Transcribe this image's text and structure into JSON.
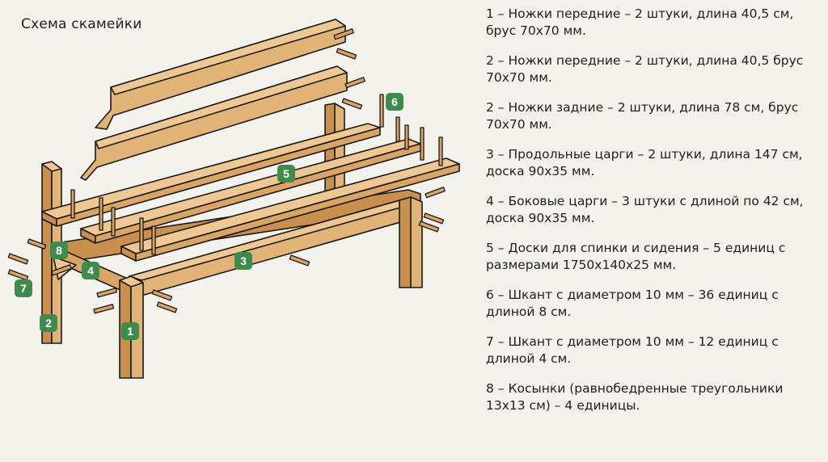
{
  "title": "Схема скамейки",
  "legend": [
    "1 – Ножки передние – 2 штуки, длина 40,5 см, брус 70х70 мм.",
    "2 – Ножки передние – 2 штуки, длина 40,5 брус 70х70 мм.",
    "2 – Ножки задние – 2 штуки, длина 78 см, брус 70х70 мм.",
    "3 – Продольные царги – 2 штуки, длина 147 см, доска 90х35 мм.",
    "4 – Боковые царги – 3 штуки с длиной по 42 см, доска 90х35 мм.",
    "5 – Доски для спинки и сидения – 5 единиц с размерами 1750х140х25 мм.",
    "6 – Шкант с диаметром 10 мм – 36 единиц с длиной 8 см.",
    "7 – Шкант с диаметром 10 мм – 12 единиц с длиной 4 см.",
    "8 – Косынки (равнобедренные треугольники 13х13 см) – 4 единицы."
  ],
  "badges": [
    "1",
    "2",
    "3",
    "4",
    "5",
    "6",
    "7",
    "8"
  ],
  "colors": {
    "badge": "#3f8a4d",
    "wood": "#e2b377",
    "wood_dark": "#c98f4f",
    "wood_light": "#efc793",
    "outline": "#1a1a1a",
    "background": "#f3f1ec"
  }
}
